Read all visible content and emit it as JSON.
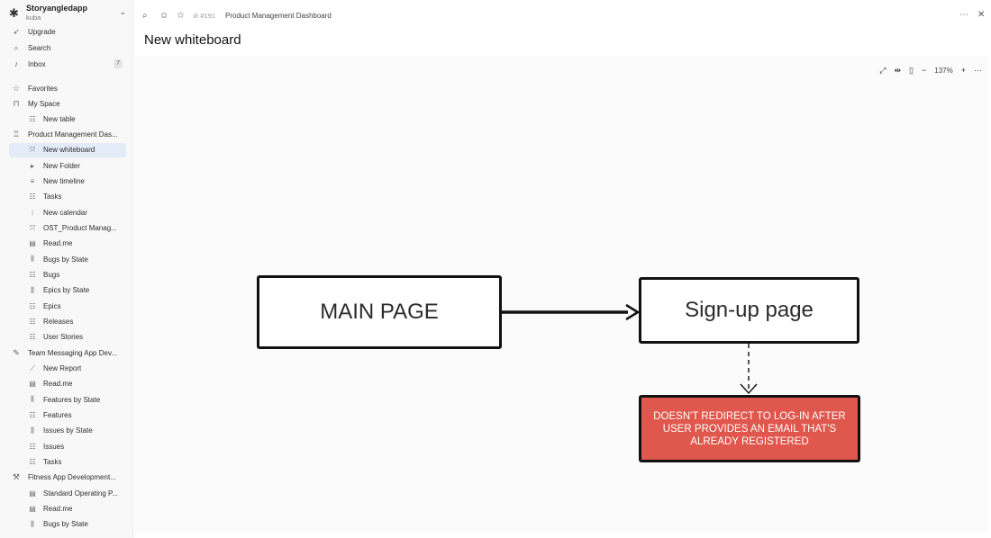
{
  "workspace": {
    "name": "Storyangledapp",
    "user": "kuba"
  },
  "sidebar": {
    "top_items": [
      {
        "label": "Upgrade",
        "icon": "rocket-icon"
      },
      {
        "label": "Search",
        "icon": "search-icon"
      },
      {
        "label": "Inbox",
        "icon": "bell-icon",
        "badge": "7"
      }
    ],
    "favorites": "Favorites",
    "tree": [
      {
        "label": "My Space",
        "icon": "lock-icon",
        "level": 0
      },
      {
        "label": "New table",
        "icon": "table-icon",
        "level": 1
      },
      {
        "label": "Product Management Das...",
        "icon": "trophy-icon",
        "level": 0
      },
      {
        "label": "New whiteboard",
        "icon": "whiteboard-icon",
        "level": 1,
        "active": true
      },
      {
        "label": "New Folder",
        "icon": "folder-caret-icon",
        "level": 1
      },
      {
        "label": "New timeline",
        "icon": "timeline-icon",
        "level": 1
      },
      {
        "label": "Tasks",
        "icon": "table-icon",
        "level": 1
      },
      {
        "label": "New calendar",
        "icon": "calendar-icon",
        "level": 1
      },
      {
        "label": "OST_Product Manag...",
        "icon": "whiteboard-icon",
        "level": 1
      },
      {
        "label": "Read.me",
        "icon": "doc-icon",
        "level": 1
      },
      {
        "label": "Bugs by State",
        "icon": "board-icon",
        "level": 1
      },
      {
        "label": "Bugs",
        "icon": "table-icon",
        "level": 1
      },
      {
        "label": "Epics by State",
        "icon": "board-icon",
        "level": 1
      },
      {
        "label": "Epics",
        "icon": "table-icon",
        "level": 1
      },
      {
        "label": "Releases",
        "icon": "table-icon",
        "level": 1
      },
      {
        "label": "User Stories",
        "icon": "table-icon",
        "level": 1
      },
      {
        "label": "Team Messaging App Dev...",
        "icon": "pen-icon",
        "level": 0
      },
      {
        "label": "New Report",
        "icon": "chart-line-icon",
        "level": 1
      },
      {
        "label": "Read.me",
        "icon": "doc-icon",
        "level": 1
      },
      {
        "label": "Features by State",
        "icon": "board-icon",
        "level": 1
      },
      {
        "label": "Features",
        "icon": "table-icon",
        "level": 1
      },
      {
        "label": "Issues by State",
        "icon": "board-icon",
        "level": 1
      },
      {
        "label": "Issues",
        "icon": "table-icon",
        "level": 1
      },
      {
        "label": "Tasks",
        "icon": "table-icon",
        "level": 1
      },
      {
        "label": "Fitness App Development...",
        "icon": "tools-icon",
        "level": 0
      },
      {
        "label": "Standard Operating P...",
        "icon": "doc-icon",
        "level": 1
      },
      {
        "label": "Read.me",
        "icon": "doc-icon",
        "level": 1
      },
      {
        "label": "Bugs by State",
        "icon": "board-icon",
        "level": 1
      }
    ]
  },
  "topbar": {
    "item_id": "#191",
    "breadcrumb": "Product Management Dashboard"
  },
  "page": {
    "title": "New whiteboard"
  },
  "zoom": {
    "value": "137%"
  },
  "whiteboard": {
    "main_page": "MAIN PAGE",
    "signup_page": "Sign-up page",
    "bug_note": "DOESN'T REDIRECT TO LOG-IN AFTER  USER PROVIDES AN EMAIL THAT'S  ALREADY REGISTERED",
    "bug_color": "#e0574d"
  }
}
